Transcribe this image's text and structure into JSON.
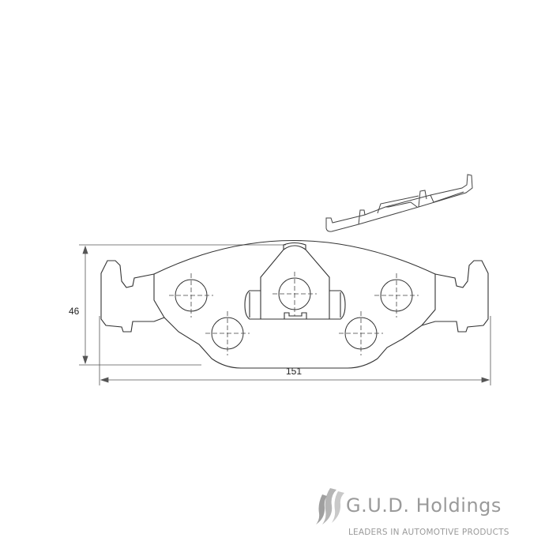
{
  "dimensions": {
    "height_label": "46",
    "width_label": "151"
  },
  "brand": {
    "name": "G.U.D. Holdings",
    "tagline": "LEADERS IN AUTOMOTIVE PRODUCTS"
  },
  "colors": {
    "line": "#333333",
    "logo_gray": "#9a9a9a"
  }
}
